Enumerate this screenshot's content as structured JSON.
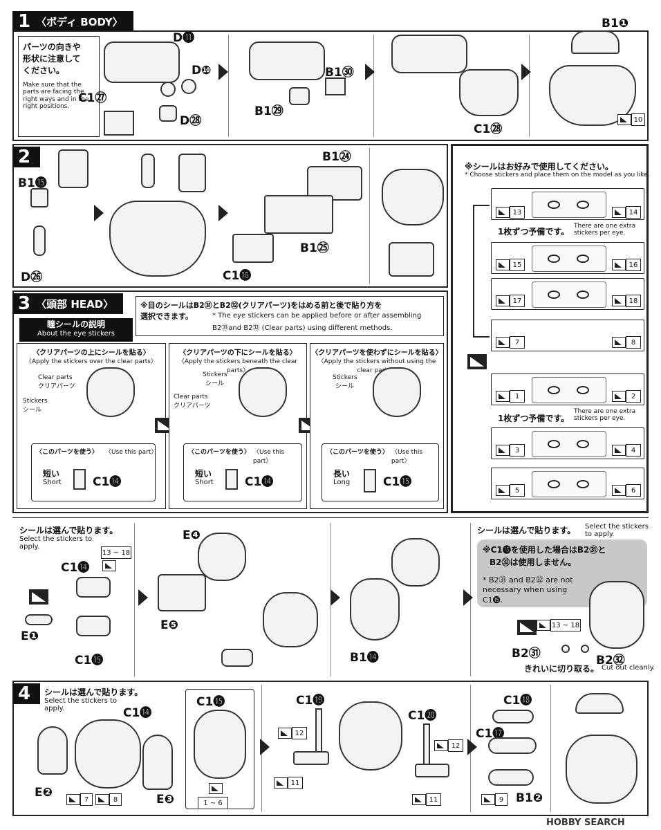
{
  "step1": {
    "num": "1",
    "title": "〈ボディ BODY〉",
    "note_jp_1": "パーツの向きや",
    "note_jp_2": "形状に注意して",
    "note_jp_3": "ください。",
    "note_en": "Make sure that the parts are facing the right ways and in the right positions.",
    "labels": {
      "d11": "D⓫",
      "d10": "D❿",
      "c127": "C1㉗",
      "d28": "D㉘",
      "b130": "B1㉚",
      "b129": "B1㉙",
      "c128": "C1㉘",
      "b11": "B1❶"
    },
    "sticker": "10"
  },
  "step2": {
    "num": "2",
    "labels": {
      "b115": "B1⓯",
      "d26": "D㉖",
      "b124": "B1㉔",
      "b125": "B1㉕",
      "c116": "C1⓰"
    }
  },
  "sticker_panel": {
    "title_jp": "※シールはお好みで使用してください。",
    "title_en": "* Choose stickers and place them on the model as you like.",
    "extra_jp": "1枚ずつ予備です。",
    "extra_en": "There are one extra stickers per eye.",
    "rows": [
      {
        "left": "13",
        "right": "14"
      },
      {
        "left": "15",
        "right": "16"
      },
      {
        "left": "17",
        "right": "18"
      },
      {
        "left": "7",
        "right": "8"
      },
      {
        "left": "1",
        "right": "2"
      },
      {
        "left": "3",
        "right": "4"
      },
      {
        "left": "5",
        "right": "6"
      }
    ]
  },
  "step3": {
    "num": "3",
    "title": "〈頭部 HEAD〉",
    "eye_note_jp_1": "※目のシールはB2㉛とB2㉜(クリアパーツ)をはめる前と後で貼り方を",
    "eye_note_jp_2": "選択できます。",
    "eye_note_en_1": "* The eye stickers can be applied before or after assembling",
    "eye_note_en_2": "B2㉛and B2㉜ (Clear parts) using different methods.",
    "about_jp": "瞳シールの説明",
    "about_en": "About the eye stickers",
    "methods": [
      {
        "jp": "〈クリアパーツの上にシールを貼る〉",
        "en": "〈Apply the stickers over the clear parts〉",
        "use_jp": "〈このパーツを使う〉",
        "use_en": "〈Use this part〉",
        "size_jp": "短い",
        "size_en": "Short",
        "part": "C1⓮"
      },
      {
        "jp": "〈クリアパーツの下にシールを貼る〉",
        "en": "〈Apply the stickers beneath the clear parts〉",
        "use_jp": "〈このパーツを使う〉",
        "use_en": "〈Use this part〉",
        "size_jp": "短い",
        "size_en": "Short",
        "part": "C1⓮"
      },
      {
        "jp": "〈クリアパーツを使わずにシールを貼る〉",
        "en": "〈Apply the stickers without using the clear parts〉",
        "use_jp": "〈このパーツを使う〉",
        "use_en": "〈Use this part〉",
        "size_jp": "長い",
        "size_en": "Long",
        "part": "C1⓯"
      }
    ],
    "label_clear_en": "Clear parts",
    "label_clear_jp": "クリアパーツ",
    "label_stickers_en": "Stickers",
    "label_stickers_jp": "シール"
  },
  "step3b": {
    "select_jp": "シールは選んで貼ります。",
    "select_en": "Select the stickers to apply.",
    "labels": {
      "c114": "C1⓮",
      "e1": "E❶",
      "c115": "C1⓯",
      "e4": "E❹",
      "e5": "E❺",
      "b114": "B1⓮",
      "b231": "B2㉛",
      "b232": "B2㉜"
    },
    "sticker_range": "13 ~ 18",
    "note_jp_1": "※C1⓯を使用した場合はB2㉛と",
    "note_jp_2": "B2㉜は使用しません。",
    "note_en": "* B2㉛ and B2㉜ are not necessary when using C1⓯.",
    "cut_jp": "きれいに切り取る。",
    "cut_en": "Cut out cleanly."
  },
  "step4": {
    "num": "4",
    "select_jp": "シールは選んで貼ります。",
    "select_en": "Select the stickers to apply.",
    "labels": {
      "c114": "C1⓮",
      "c115": "C1⓯",
      "e2": "E❷",
      "e3": "E❸",
      "c119": "C1⓳",
      "c120": "C1⓴",
      "c118": "C1⓲",
      "c117": "C1⓱",
      "b12": "B1❷"
    },
    "stickers": {
      "s7": "7",
      "s8": "8",
      "range": "1 ~ 6",
      "s12a": "12",
      "s11a": "11",
      "s12b": "12",
      "s11b": "11",
      "s9": "9"
    }
  },
  "watermark": "HOBBY SEARCH"
}
